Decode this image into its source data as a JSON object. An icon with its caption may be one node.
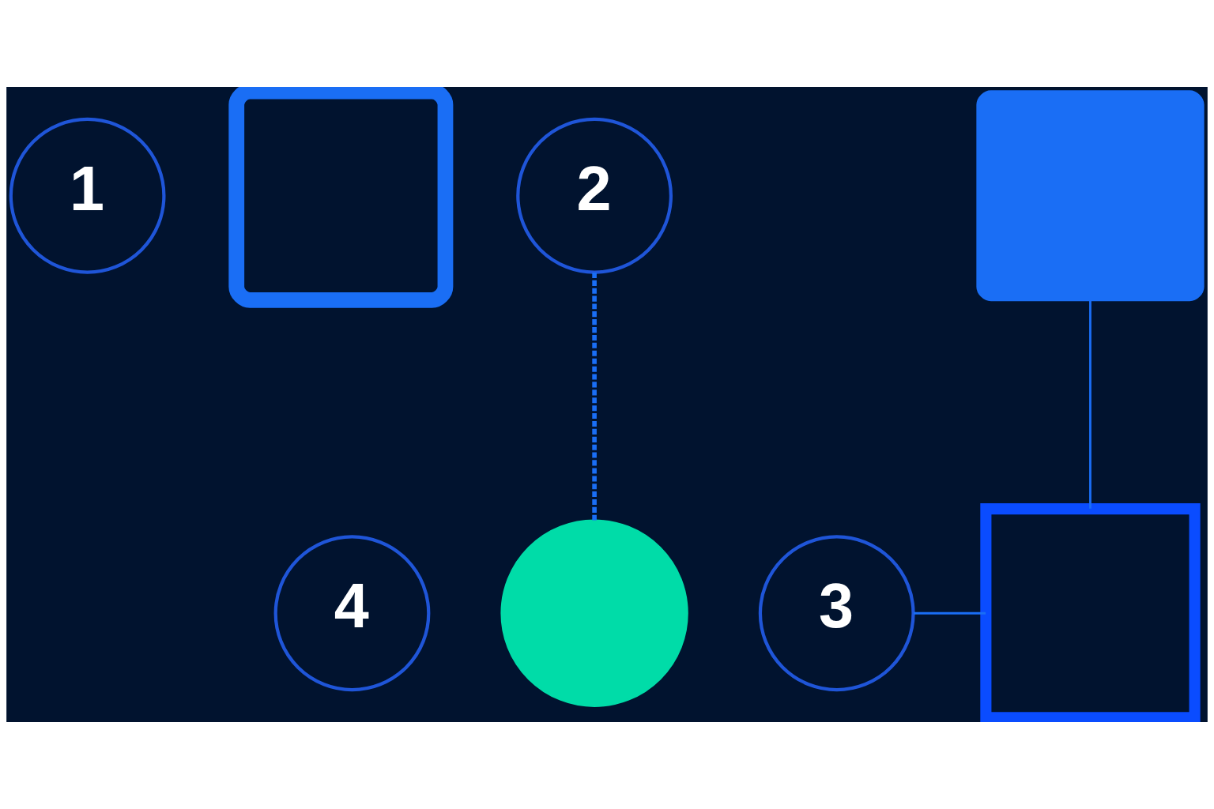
{
  "diagram": {
    "nodes": [
      {
        "text": [
          "1"
        ]
      },
      {
        "text": [],
        "shape": "box"
      },
      {
        "text": [
          "2"
        ]
      },
      {
        "text": [],
        "shape": "box"
      },
      {
        "text": [
          "4"
        ]
      },
      {
        "text": [],
        "shape": "circle"
      },
      {
        "text": [
          "3"
        ]
      },
      {
        "text": [],
        "shape": "box"
      }
    ],
    "edges": [
      {
        "from": 2,
        "to": 5,
        "arrow": "none",
        "style": "dashed"
      },
      {
        "from": 3,
        "to": 7,
        "arrow": "none"
      },
      {
        "from": 6,
        "to": 7,
        "arrow": "none"
      }
    ]
  }
}
